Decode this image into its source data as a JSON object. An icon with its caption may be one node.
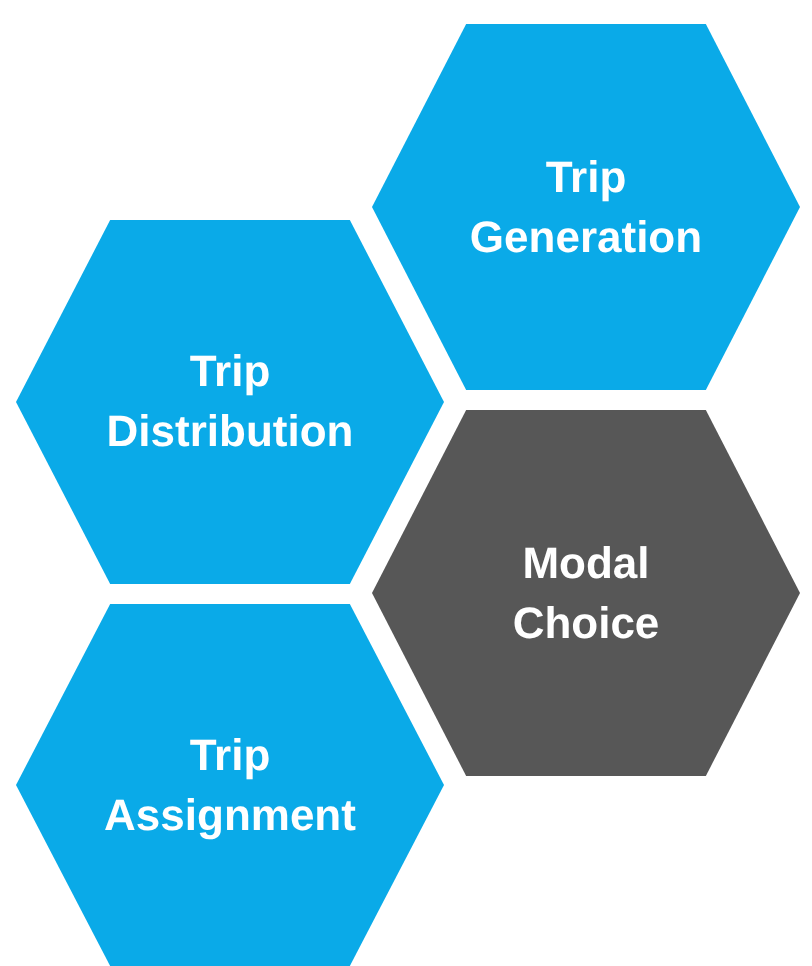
{
  "diagram": {
    "nodes": [
      {
        "text": [
          "Trip Generation"
        ]
      },
      {
        "text": [
          "Trip Distribution"
        ]
      },
      {
        "text": [
          "Modal Choice"
        ]
      },
      {
        "text": [
          "Trip Assignment"
        ]
      }
    ]
  }
}
